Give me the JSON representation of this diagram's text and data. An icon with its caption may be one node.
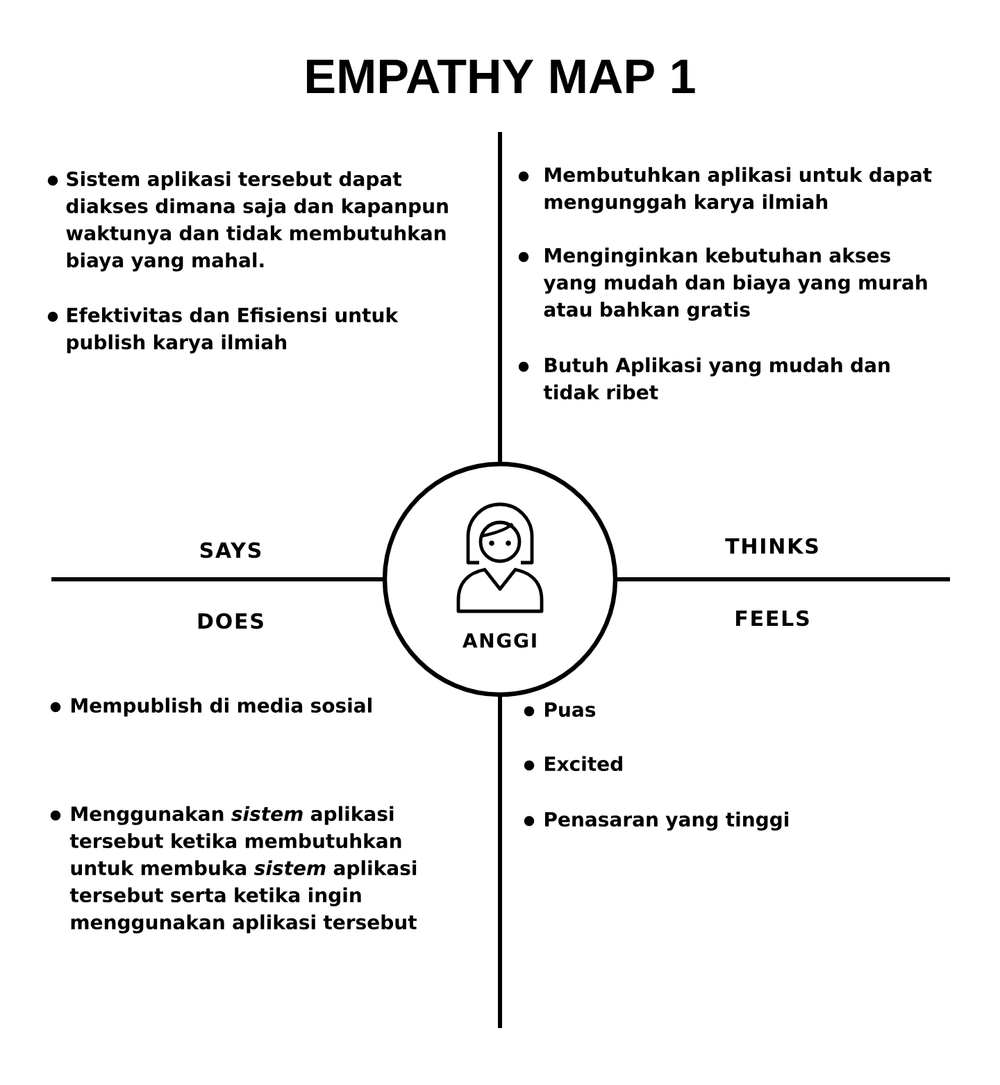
{
  "diagram": {
    "title": "EMPATHY MAP 1",
    "nodes": [
      {
        "text": [
          "ANGGI"
        ]
      }
    ],
    "labels": [
      "Sistem aplikasi tersebut dapat diakses dimana saja dan kapanpun waktunya dan tidak membutuhkan biaya yang mahal.",
      "Efektivitas dan Efisiensi untuk publish karya ilmiah",
      "Membutuhkan aplikasi untuk dapat mengunggah karya ilmiah",
      "Menginginkan kebutuhan akses yang mudah dan biaya yang murah atau bahkan gratis",
      "Butuh Aplikasi yang mudah dan tidak ribet",
      "SAYS",
      "THINKS",
      "DOES",
      "FEELS",
      "Mempublish di media sosial",
      "Menggunakan *sistem* aplikasi tersebut ketika membutuhkan untuk membuka *sistem* aplikasi tersebut serta ketika ingin menggunakan aplikasi tersebut",
      "Puas",
      "Excited",
      "Penasaran yang tinggi"
    ]
  }
}
